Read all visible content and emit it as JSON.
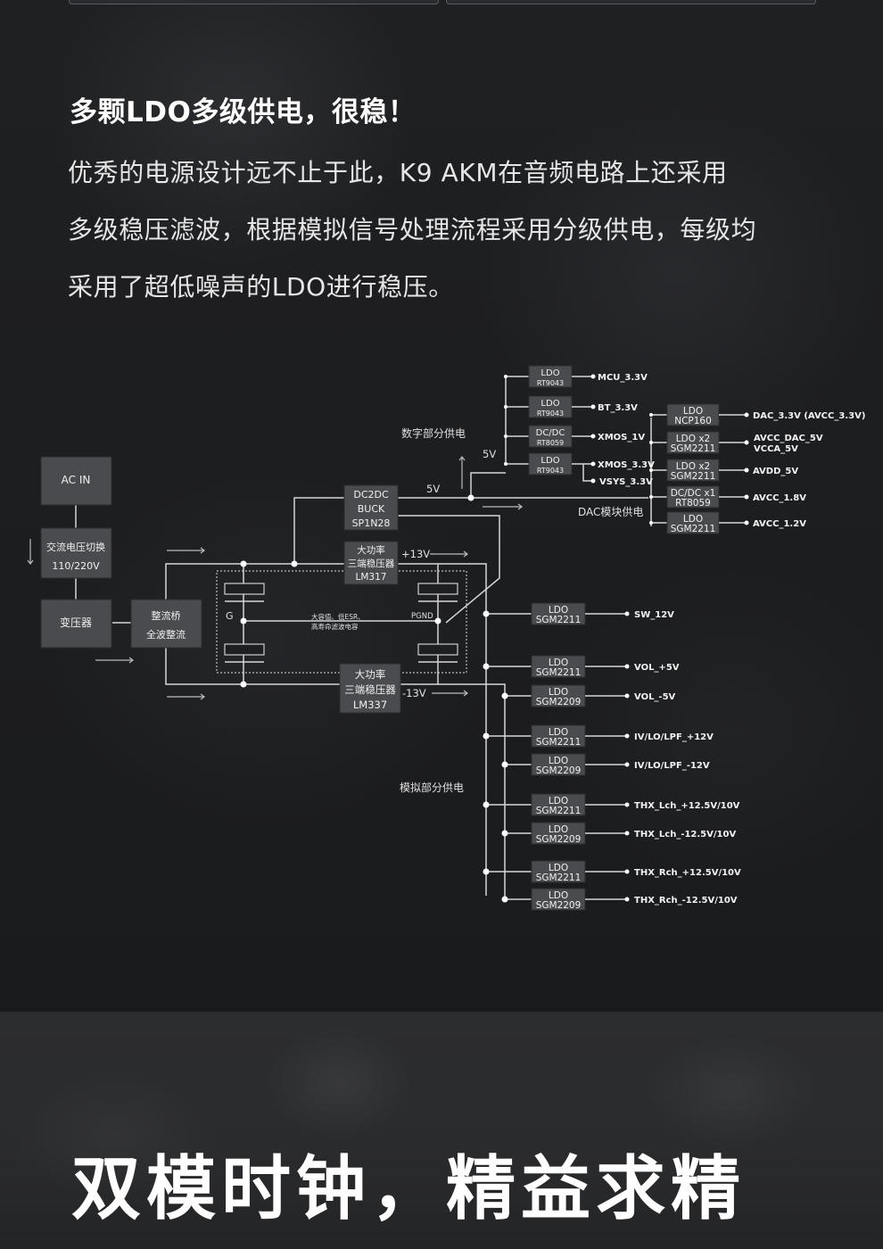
{
  "headline": "多颗LDO多级供电，很稳！",
  "body_lines": [
    "优秀的电源设计远不止于此，K9 AKM在音频电路上还采用",
    "多级稳压滤波，根据模拟信号处理流程采用分级供电，每级均",
    "采用了超低噪声的LDO进行稳压。"
  ],
  "diagram": {
    "input_chain": {
      "ac_in": "AC IN",
      "switch": [
        "交流电压切换",
        "110/220V"
      ],
      "transformer": "变压器",
      "rectifier": [
        "整流桥",
        "全波整流"
      ]
    },
    "regulators": {
      "buck": [
        "DC2DC",
        "BUCK",
        "SP1N28"
      ],
      "lm317": [
        "大功率",
        "三端稳压器",
        "LM317"
      ],
      "lm337": [
        "大功率",
        "三端稳压器",
        "LM337"
      ],
      "plus13": "+13V",
      "minus13": "-13V"
    },
    "filter": {
      "g_label": "G",
      "pgnd_label": "PGND",
      "cap_note": [
        "大容值、低ESR、",
        "高寿命滤波电容"
      ]
    },
    "rail_labels": {
      "five_v_a": "5V",
      "five_v_b": "5V",
      "digital": "数字部分供电",
      "dac": "DAC模块供电",
      "analog": "模拟部分供电"
    },
    "digital_outputs": [
      {
        "chip": [
          "LDO",
          "RT9043"
        ],
        "out": [
          "MCU_3.3V"
        ]
      },
      {
        "chip": [
          "LDO",
          "RT9043"
        ],
        "out": [
          "BT_3.3V"
        ]
      },
      {
        "chip": [
          "DC/DC",
          "RT8059"
        ],
        "out": [
          "XMOS_1V"
        ]
      },
      {
        "chip": [
          "LDO",
          "RT9043"
        ],
        "out": [
          "XMOS_3.3V",
          "VSYS_3.3V"
        ]
      }
    ],
    "dac_outputs": [
      {
        "chip": [
          "LDO",
          "NCP160"
        ],
        "out": [
          "DAC_3.3V (AVCC_3.3V)"
        ]
      },
      {
        "chip": [
          "LDO x2",
          "SGM2211"
        ],
        "out": [
          "AVCC_DAC_5V",
          "VCCA_5V"
        ]
      },
      {
        "chip": [
          "LDO x2",
          "SGM2211"
        ],
        "out": [
          "AVDD_5V"
        ]
      },
      {
        "chip": [
          "DC/DC x1",
          "RT8059"
        ],
        "out": [
          "AVCC_1.8V"
        ]
      },
      {
        "chip": [
          "LDO",
          "SGM2211"
        ],
        "out": [
          "AVCC_1.2V"
        ]
      }
    ],
    "analog_outputs": [
      {
        "chip": [
          "LDO",
          "SGM2211"
        ],
        "out": "SW_12V",
        "rail": "pos"
      },
      {
        "chip": [
          "LDO",
          "SGM2211"
        ],
        "out": "VOL_+5V",
        "rail": "pos"
      },
      {
        "chip": [
          "LDO",
          "SGM2209"
        ],
        "out": "VOL_-5V",
        "rail": "neg"
      },
      {
        "chip": [
          "LDO",
          "SGM2211"
        ],
        "out": "IV/LO/LPF_+12V",
        "rail": "pos"
      },
      {
        "chip": [
          "LDO",
          "SGM2209"
        ],
        "out": "IV/LO/LPF_-12V",
        "rail": "neg"
      },
      {
        "chip": [
          "LDO",
          "SGM2211"
        ],
        "out": "THX_Lch_+12.5V/10V",
        "rail": "pos"
      },
      {
        "chip": [
          "LDO",
          "SGM2209"
        ],
        "out": "THX_Lch_-12.5V/10V",
        "rail": "neg"
      },
      {
        "chip": [
          "LDO",
          "SGM2211"
        ],
        "out": "THX_Rch_+12.5V/10V",
        "rail": "pos"
      },
      {
        "chip": [
          "LDO",
          "SGM2209"
        ],
        "out": "THX_Rch_-12.5V/10V",
        "rail": "neg"
      }
    ]
  },
  "section_title": "双模时钟，精益求精",
  "colors": {
    "background": "#1c1d1f",
    "block_fill": "#4a4b4e",
    "wire": "#d6d6d6",
    "text": "#ffffff"
  }
}
